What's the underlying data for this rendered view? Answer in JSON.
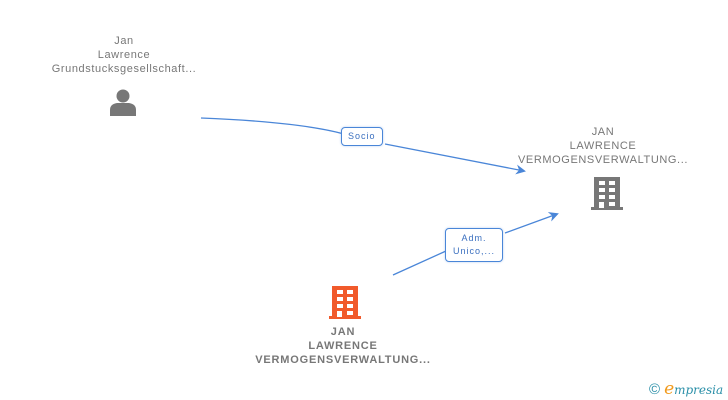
{
  "colors": {
    "edge": "#4a86d8",
    "node_gray": "#777777",
    "node_highlight": "#f15a2b",
    "brand_blue": "#2a8fa8",
    "brand_orange": "#f29b1e"
  },
  "nodes": [
    {
      "id": "person",
      "type": "person-icon",
      "lines": [
        "Jan",
        "Lawrence",
        "Grundstucksgesellschaft..."
      ]
    },
    {
      "id": "company-target",
      "type": "building-icon",
      "lines": [
        "JAN",
        "LAWRENCE",
        "VERMOGENSVERWALTUNG..."
      ]
    },
    {
      "id": "company-main",
      "type": "building-icon",
      "highlighted": true,
      "lines": [
        "JAN",
        "LAWRENCE",
        "VERMOGENSVERWALTUNG..."
      ]
    }
  ],
  "edges": [
    {
      "from": "person",
      "to": "company-target",
      "label": "Socio"
    },
    {
      "from": "company-main",
      "to": "company-target",
      "label_lines": [
        "Adm.",
        "Unico,..."
      ]
    }
  ],
  "brand": {
    "copyright": "©",
    "e": "e",
    "rest": "mpresia"
  }
}
